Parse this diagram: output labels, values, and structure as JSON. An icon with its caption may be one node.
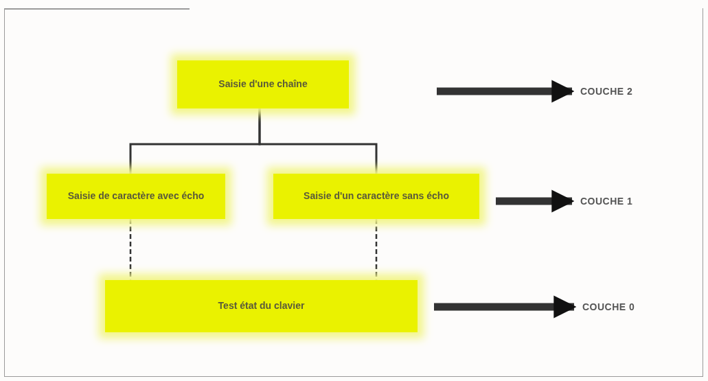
{
  "diagram": {
    "nodes": [
      {
        "text": [
          "Saisie d'une chaîne"
        ]
      },
      {
        "text": [
          "Saisie de caractère avec écho"
        ]
      },
      {
        "text": [
          "Saisie d'un caractère sans écho"
        ]
      },
      {
        "text": [
          "Test état du clavier"
        ]
      },
      {
        "text": [
          "COUCHE 2"
        ]
      },
      {
        "text": [
          "COUCHE 1"
        ]
      },
      {
        "text": [
          "COUCHE 0"
        ]
      }
    ],
    "edges": [
      {
        "from": 0,
        "to": 1,
        "arrow": "none"
      },
      {
        "from": 0,
        "to": 2,
        "arrow": "none"
      },
      {
        "from": 1,
        "to": 3,
        "arrow": "none",
        "style": "dashed"
      },
      {
        "from": 2,
        "to": 3,
        "arrow": "none",
        "style": "dashed"
      },
      {
        "from": null,
        "to": 4,
        "arrow": "to",
        "style": "thick"
      },
      {
        "from": null,
        "to": 5,
        "arrow": "to",
        "style": "thick"
      },
      {
        "from": null,
        "to": 6,
        "arrow": "to",
        "style": "thick"
      }
    ]
  }
}
